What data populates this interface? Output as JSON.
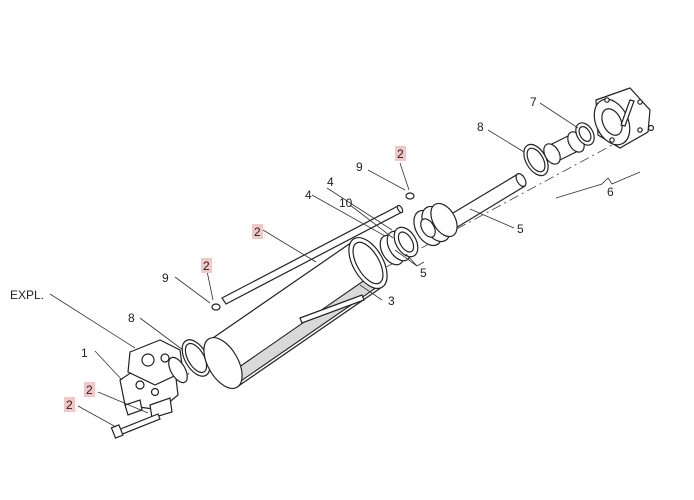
{
  "labels": {
    "expl": "EXPL.",
    "p1": "1",
    "p2": "2",
    "p3": "3",
    "p4": "4",
    "p5": "5",
    "p6": "6",
    "p7": "7",
    "p8": "8",
    "p9": "9",
    "p10": "10"
  },
  "colors": {
    "highlight": "#f4c7c7",
    "line": "#222222",
    "tube_shade": "#d9d9d9"
  }
}
